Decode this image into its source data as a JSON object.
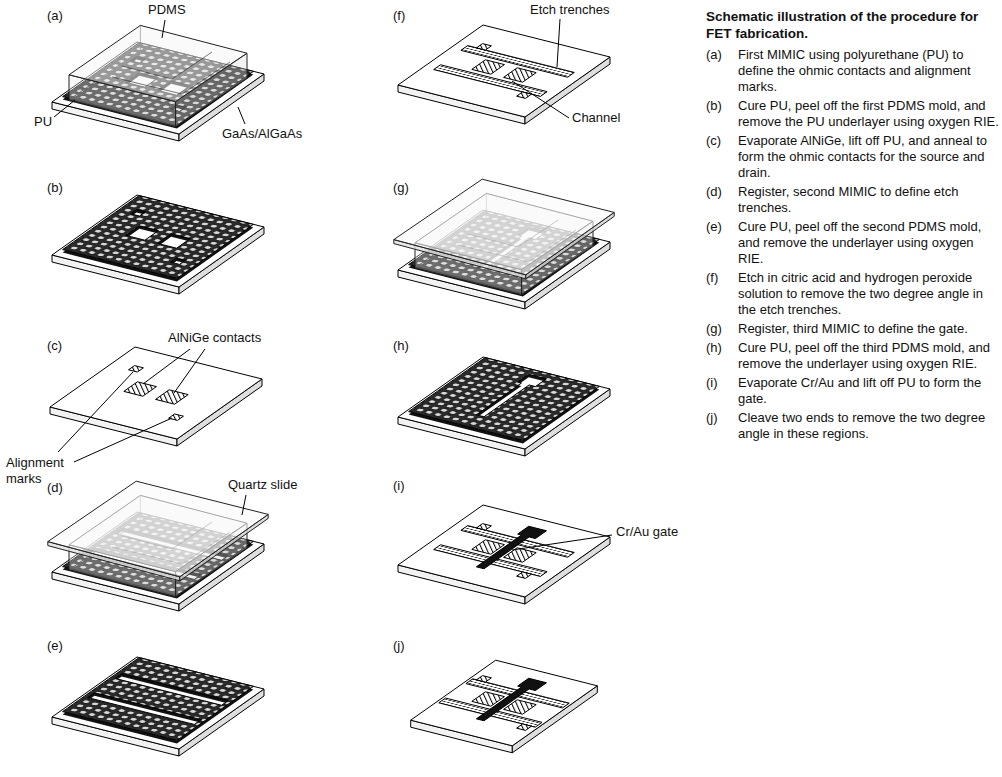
{
  "diagram": {
    "title": "Schematic illustration of the procedure for FET fabrication.",
    "labels": [
      "(a)",
      "PDMS",
      "PU",
      "GaAs/AlGaAs",
      "(b)",
      "(c)",
      "AlNiGe contacts",
      "Alignment marks",
      "(d)",
      "Quartz slide",
      "(e)",
      "(f)",
      "Etch trenches",
      "Channel",
      "(g)",
      "(h)",
      "(i)",
      "Cr/Au gate",
      "(j)",
      "(a)",
      "First MIMIC using polyurethane (PU) to define the ohmic contacts and alignment marks.",
      "(b)",
      "Cure PU, peel off the first PDMS mold, and remove the PU underlayer using oxygen RIE.",
      "(c)",
      "Evaporate AlNiGe, lift off PU, and anneal to form the ohmic contacts for the source and drain.",
      "(d)",
      "Register, second MIMIC to define etch trenches.",
      "(e)",
      "Cure PU, peel off the second PDMS mold, and remove the underlayer using oxygen RIE.",
      "(f)",
      "Etch in citric acid and hydrogen peroxide solution to remove the two degree angle in the etch trenches.",
      "(g)",
      "Register, third MIMIC to define the gate.",
      "(h)",
      "Cure PU, peel off the third PDMS mold, and remove the underlayer using oxygen RIE.",
      "(i)",
      "Evaporate Cr/Au and lift off PU to form the gate.",
      "(j)",
      "Cleave two ends to remove the two degree angle in these regions."
    ]
  }
}
